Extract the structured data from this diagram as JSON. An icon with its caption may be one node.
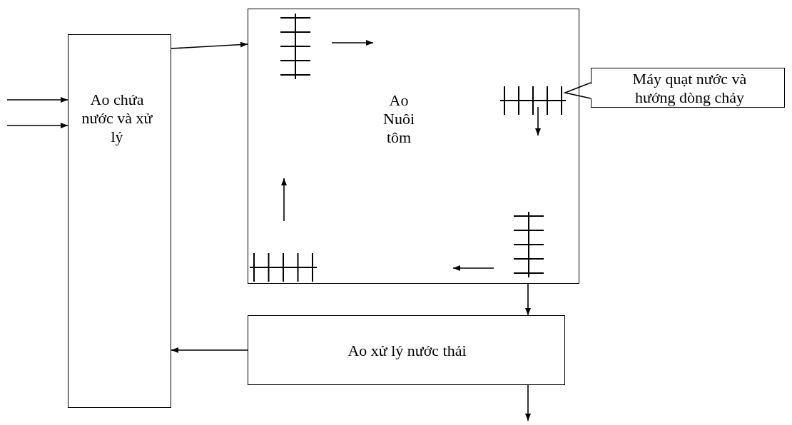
{
  "diagram": {
    "nodes": [
      {
        "text": [
          "Ao chứa nước và xử lý"
        ]
      },
      {
        "text": [
          "Ao Nuôi tôm"
        ]
      },
      {
        "text": [],
        "shape": "paddlewheel",
        "in": 1
      },
      {
        "text": [],
        "shape": "paddlewheel",
        "in": 1
      },
      {
        "text": [],
        "shape": "paddlewheel",
        "in": 1
      },
      {
        "text": [],
        "shape": "paddlewheel",
        "in": 1
      },
      {
        "text": [
          "Máy quạt nước và hướng dòng chảy"
        ]
      },
      {
        "text": [
          "Ao xử lý nước thải"
        ]
      }
    ],
    "edges": [
      {
        "from": null,
        "to": 0,
        "arrow": "to"
      },
      {
        "from": null,
        "to": 0,
        "arrow": "to"
      },
      {
        "from": 0,
        "to": 1,
        "arrow": "to"
      },
      {
        "from": 6,
        "to": 3,
        "arrow": "none"
      },
      {
        "from": 1,
        "to": 7,
        "arrow": "to"
      },
      {
        "from": 7,
        "to": 0,
        "arrow": "to"
      },
      {
        "from": 7,
        "to": null,
        "arrow": "to"
      }
    ]
  }
}
